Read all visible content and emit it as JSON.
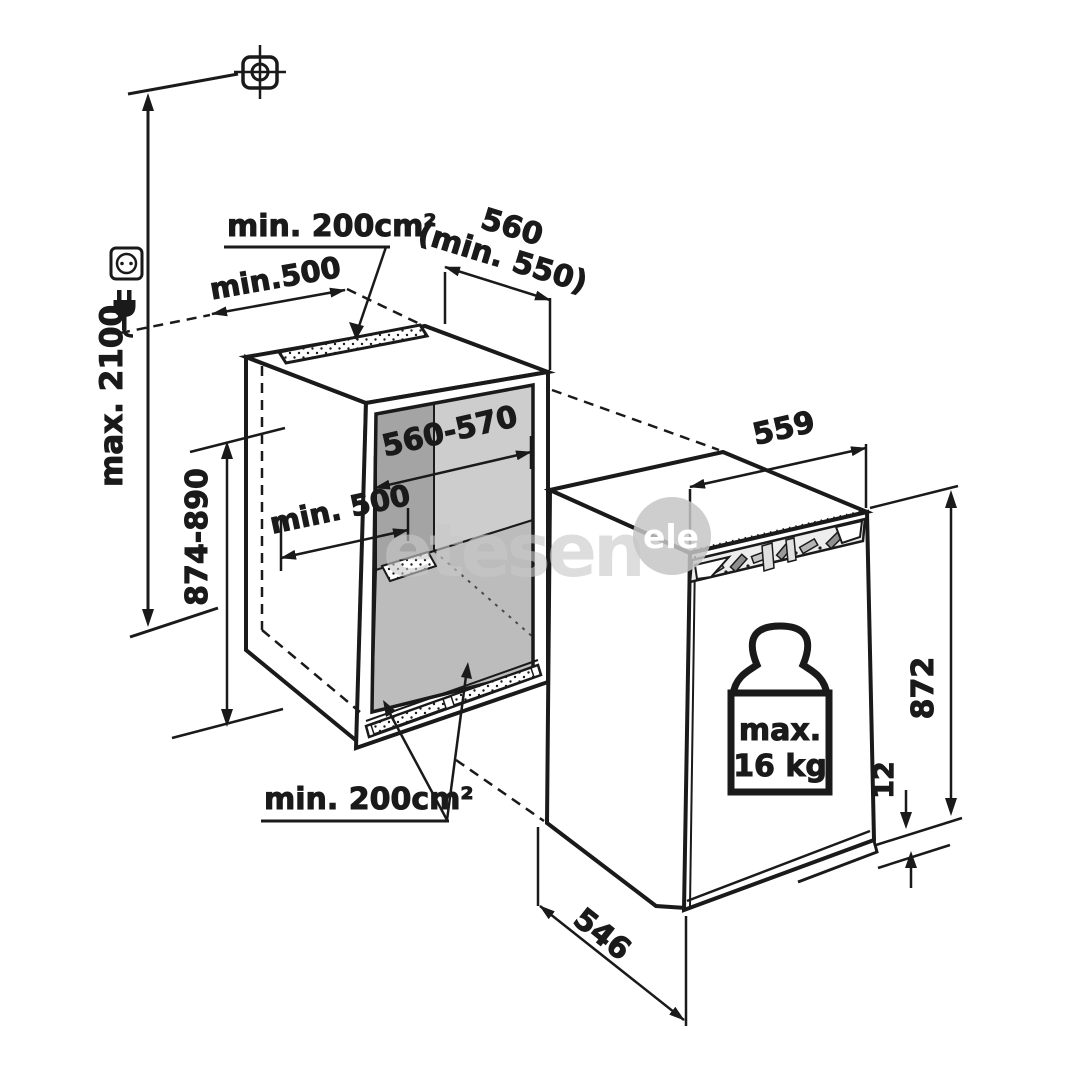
{
  "diagram": {
    "title_note": "built-in appliance niche installation drawing",
    "labels": {
      "top_vent": "min. 200cm²",
      "bottom_vent": "min. 200cm²",
      "top_clearance": "min.500",
      "socket_height": "max. 2100",
      "niche_depth": "560",
      "niche_depth_min": "(min. 550)",
      "niche_width": "560-570",
      "interior_clearance": "min. 500",
      "niche_height": "874-890",
      "appliance_width": "559",
      "appliance_height": "872",
      "plinth_step": "12",
      "appliance_depth": "546",
      "door_load_line1": "max.",
      "door_load_line2": "16 kg"
    },
    "icons": {
      "screw": "mounting-screw-icon",
      "socket": "power-socket-icon",
      "plug": "power-plug-icon",
      "weight": "weight-icon"
    },
    "watermark": {
      "text": "etesen",
      "badge": "ele"
    },
    "colors": {
      "line": "#1a1a1a",
      "wall_dark": "#a4a4a4",
      "wall_light": "#cdcdcd",
      "floor": "#bcbcbc",
      "strip": "#ededed",
      "watermark": "#c8c8c8"
    }
  }
}
